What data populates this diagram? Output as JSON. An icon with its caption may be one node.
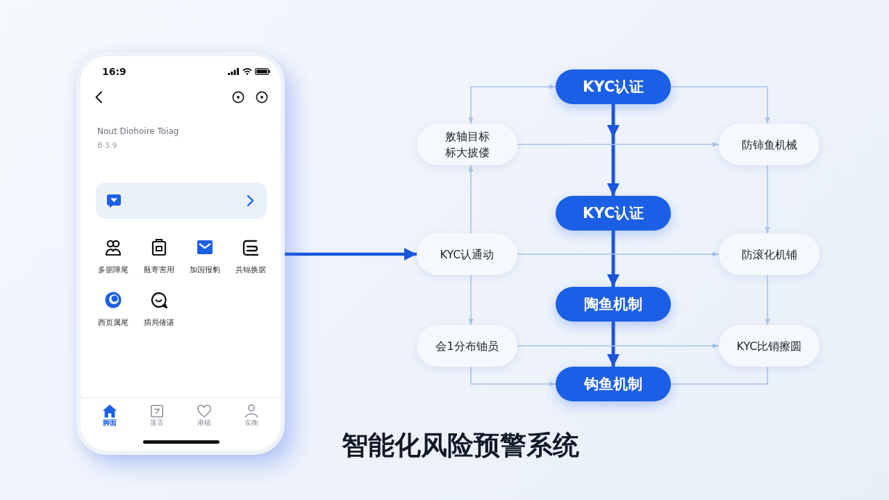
{
  "diagram": {
    "title": "智能化风险预警系统",
    "nodes": [
      {
        "text": [
          "16:9",
          "Nout Diohoire Toiag",
          "B·3.9",
          "多据障尾",
          "瓶寄害用",
          "加国报豹",
          "共锦换据",
          "西页属尾",
          "插局傕谌",
          "脚面",
          "落舌",
          "港镜",
          "实衡"
        ]
      },
      {
        "text": [
          "KYC认证"
        ]
      },
      {
        "text": [
          "敫轴目标标大披偻"
        ]
      },
      {
        "text": [
          "防铈鱼机械"
        ]
      },
      {
        "text": [
          "KYC认证"
        ]
      },
      {
        "text": [
          "KYC认通动"
        ]
      },
      {
        "text": [
          "防滚化机铺"
        ]
      },
      {
        "text": [
          "陶鱼机制"
        ]
      },
      {
        "text": [
          "会1分布铀员"
        ]
      },
      {
        "text": [
          "KYC比销擦圆"
        ]
      },
      {
        "text": [
          "钩鱼机制"
        ]
      }
    ],
    "edges": [
      {
        "from": 0,
        "to": 5,
        "arrow": "to",
        "style": "thick",
        "color": "#1a56db"
      },
      {
        "from": 1,
        "to": 4,
        "arrow": "to",
        "style": "thick",
        "color": "#1a56db"
      },
      {
        "from": 4,
        "to": 7,
        "arrow": "to",
        "style": "thick",
        "color": "#1a56db"
      },
      {
        "from": 7,
        "to": 10,
        "arrow": "to",
        "style": "thick",
        "color": "#1a56db"
      },
      {
        "from": 2,
        "to": 3,
        "arrow": "to"
      },
      {
        "from": 5,
        "to": 6,
        "arrow": "to"
      },
      {
        "from": 8,
        "to": 9,
        "arrow": "to"
      },
      {
        "from": 2,
        "to": 1,
        "arrow": "both"
      },
      {
        "from": 1,
        "to": 3,
        "arrow": "to"
      },
      {
        "from": 5,
        "to": 2,
        "arrow": "to"
      },
      {
        "from": 3,
        "to": 6,
        "arrow": "to"
      },
      {
        "from": 5,
        "to": 8,
        "arrow": "to"
      },
      {
        "from": 6,
        "to": 9,
        "arrow": "to"
      },
      {
        "from": 8,
        "to": 10,
        "arrow": "to"
      },
      {
        "from": 10,
        "to": 9,
        "arrow": "none"
      }
    ]
  }
}
